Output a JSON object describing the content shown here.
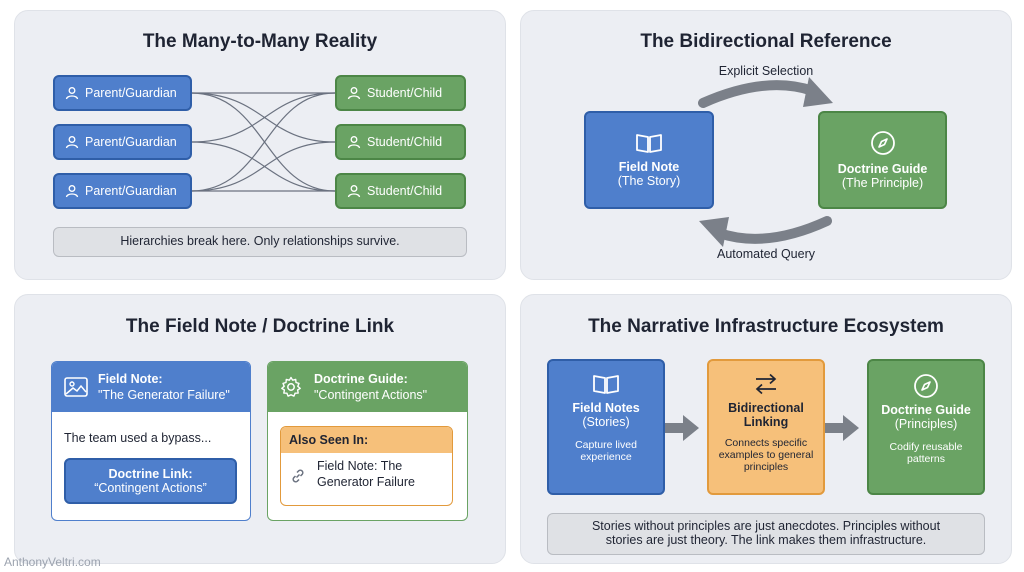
{
  "panel1": {
    "title": "The Many-to-Many Reality",
    "parents": [
      "Parent/Guardian",
      "Parent/Guardian",
      "Parent/Guardian"
    ],
    "children": [
      "Student/Child",
      "Student/Child",
      "Student/Child"
    ],
    "caption": "Hierarchies break here. Only relationships survive."
  },
  "panel2": {
    "title": "The Bidirectional Reference",
    "top_label": "Explicit Selection",
    "bottom_label": "Automated Query",
    "left_title": "Field Note",
    "left_sub": "(The Story)",
    "right_title": "Doctrine Guide",
    "right_sub": "(The Principle)"
  },
  "panel3": {
    "title": "The Field Note / Doctrine Link",
    "card1_title": "Field Note:",
    "card1_sub": "\"The Generator Failure\"",
    "card1_body": "The team used a bypass...",
    "link_title": "Doctrine Link:",
    "link_sub": "“Contingent Actions”",
    "card2_title": "Doctrine Guide:",
    "card2_sub": "\"Contingent Actions\"",
    "seen_title": "Also Seen In:",
    "seen_line1": "Field Note: The",
    "seen_line2": "Generator Failure"
  },
  "panel4": {
    "title": "The Narrative Infrastructure Ecosystem",
    "box1_title": "Field Notes",
    "box1_sub": "(Stories)",
    "box1_desc1": "Capture lived",
    "box1_desc2": "experience",
    "box2_title1": "Bidirectional",
    "box2_title2": "Linking",
    "box2_desc1": "Connects specific",
    "box2_desc2": "examples to general",
    "box2_desc3": "principles",
    "box3_title": "Doctrine Guide",
    "box3_sub": "(Principles)",
    "box3_desc1": "Codify reusable",
    "box3_desc2": "patterns",
    "caption_line1": "Stories without principles are just anecdotes. Principles without",
    "caption_line2": "stories are just theory. The link makes them infrastructure."
  },
  "watermark": "AnthonyVeltri.com",
  "colors": {
    "blue": "#4f7fcc",
    "green": "#6aa364",
    "orange": "#f6c07a",
    "panel": "#eceef3"
  }
}
